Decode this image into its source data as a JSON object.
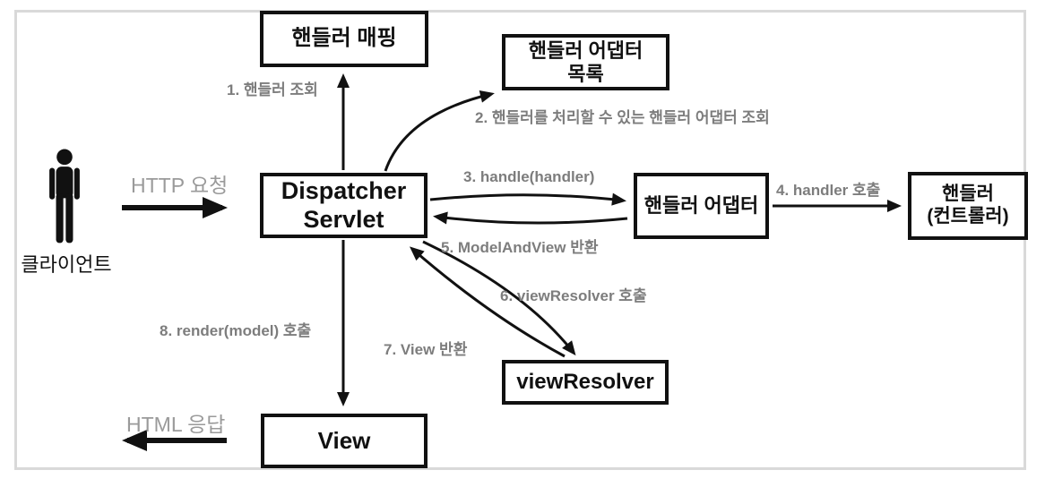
{
  "boxes": {
    "handler_mapping": "핸들러 매핑",
    "handler_adapter_list": "핸들러 어댑터\n목록",
    "dispatcher_servlet": "Dispatcher\nServlet",
    "handler_adapter": "핸들러 어댑터",
    "handler_controller": "핸들러\n(컨트롤러)",
    "view_resolver": "viewResolver",
    "view": "View"
  },
  "actor": {
    "label": "클라이언트",
    "icon": "person-icon"
  },
  "flow_labels": {
    "step1": "1. 핸들러 조회",
    "step2": "2. 핸들러를 처리할 수 있는 핸들러 어댑터 조회",
    "step3": "3. handle(handler)",
    "step4": "4. handler 호출",
    "step5": "5. ModelAndView 반환",
    "step6": "6. viewResolver 호출",
    "step7": "7. View 반환",
    "step8": "8. render(model) 호출",
    "http_request": "HTTP 요청",
    "html_response": "HTML 응답"
  },
  "colors": {
    "box_border": "#111111",
    "arrow": "#111111",
    "step_label_gray": "#7d7d7d",
    "io_label_gray": "#9a9a9a",
    "frame_gray": "#d9d9d9",
    "background": "#ffffff"
  }
}
